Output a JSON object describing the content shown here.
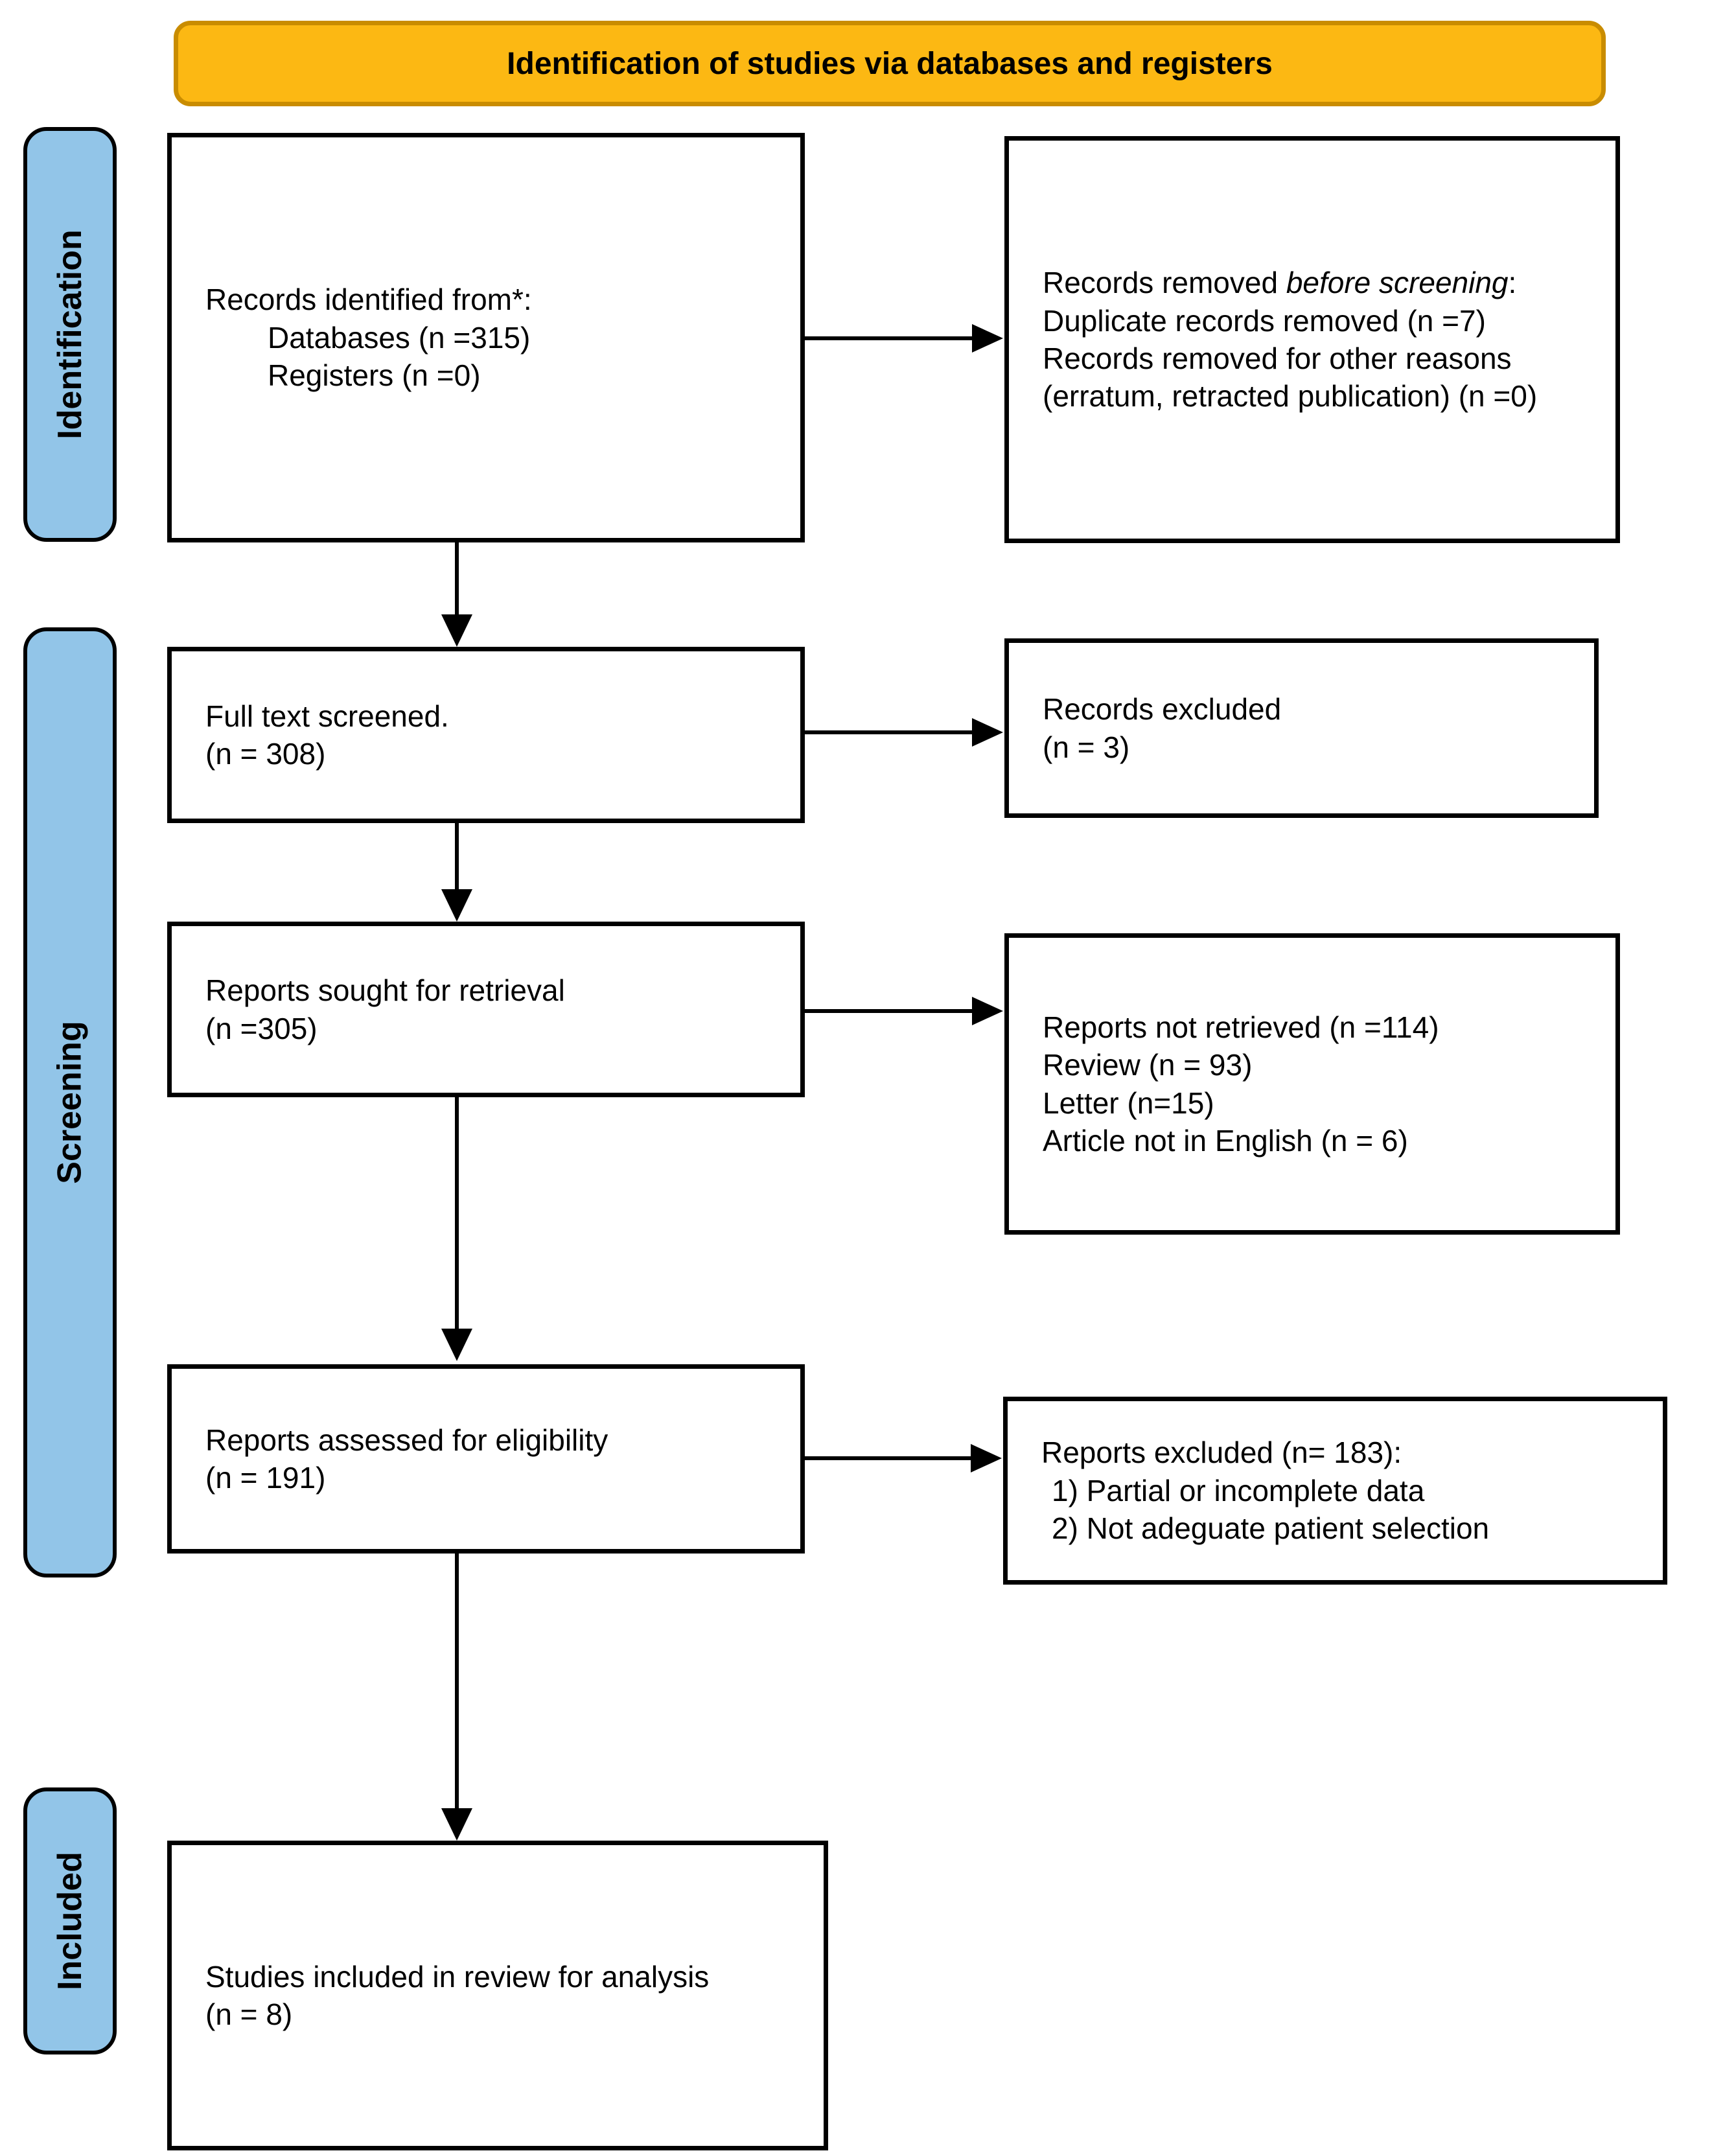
{
  "title_banner": {
    "label": "Identification of studies via databases and registers"
  },
  "sidebar": {
    "identification": "Identification",
    "screening": "Screening",
    "included": "Included"
  },
  "boxes": {
    "records_identified": {
      "lines": [
        "Records identified from*:",
        "Databases (n =315)",
        "Registers (n =0)"
      ]
    },
    "records_removed": {
      "prefix": "Records removed ",
      "emphasis": "before screening",
      "suffix": ":",
      "lines": [
        "Duplicate records removed (n =7)",
        "Records removed for other reasons (erratum, retracted publication) (n =0)"
      ]
    },
    "full_text_screened": {
      "lines": [
        "Full text screened.",
        "(n = 308)"
      ]
    },
    "records_excluded": {
      "lines": [
        "Records excluded",
        "(n = 3)"
      ]
    },
    "reports_sought": {
      "lines": [
        "Reports sought for retrieval",
        "(n =305)"
      ]
    },
    "reports_not_retrieved": {
      "lines": [
        "Reports not retrieved (n =114)",
        "Review (n = 93)",
        "Letter (n=15)",
        "Article not in English (n = 6)"
      ]
    },
    "reports_assessed": {
      "lines": [
        "Reports assessed for eligibility",
        "(n = 191)"
      ]
    },
    "reports_excluded": {
      "lines": [
        "Reports excluded (n= 183):",
        "1) Partial or incomplete data",
        "2) Not adeguate patient selection"
      ]
    },
    "studies_included": {
      "lines": [
        "Studies included in review for analysis",
        "(n = 8)"
      ]
    }
  },
  "colors": {
    "banner_fill": "#FCB813",
    "banner_border": "#C98C00",
    "stage_bar_fill": "#92C5E8",
    "box_border": "#000000",
    "arrow": "#000000"
  }
}
